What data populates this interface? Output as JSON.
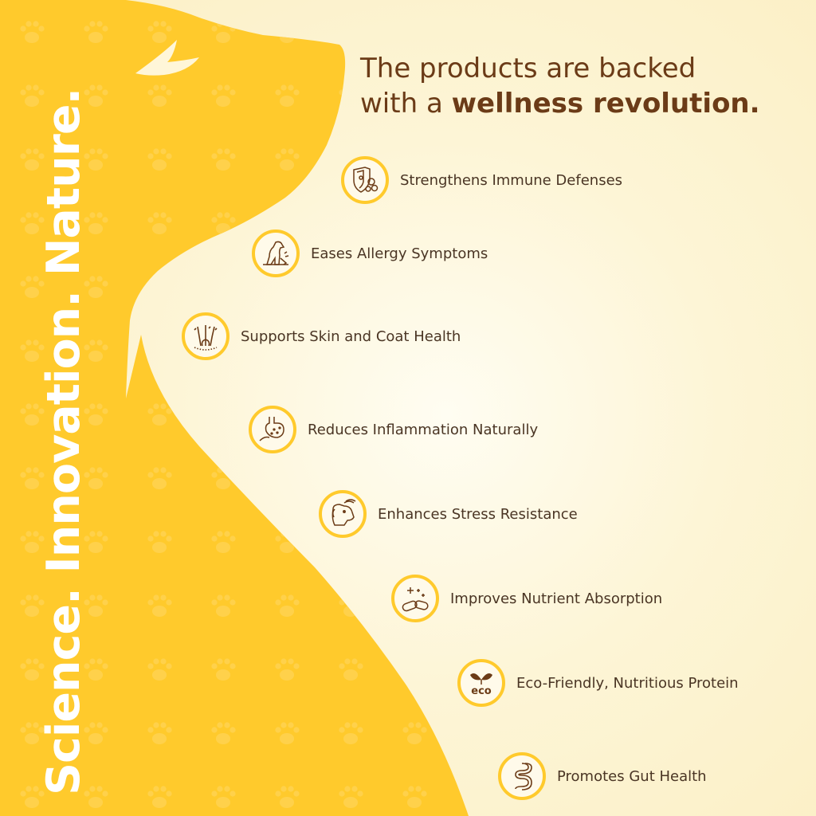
{
  "tagline": "Science. Innovation. Nature.",
  "headline": {
    "line1": "The products are backed",
    "line2_prefix": "with a ",
    "line2_bold": "wellness revolution."
  },
  "colors": {
    "dog_yellow": "#ffca2c",
    "text_brown": "#6b3b17",
    "background_cream": "#fdf5d6"
  },
  "features": [
    {
      "label": "Strengthens Immune Defenses",
      "icon": "immune-shield-icon"
    },
    {
      "label": "Eases Allergy Symptoms",
      "icon": "scratching-dog-icon"
    },
    {
      "label": "Supports Skin and Coat Health",
      "icon": "hair-follicle-icon"
    },
    {
      "label": "Reduces Inflammation Naturally",
      "icon": "stomach-icon"
    },
    {
      "label": "Enhances Stress Resistance",
      "icon": "dog-head-icon"
    },
    {
      "label": "Improves Nutrient Absorption",
      "icon": "capsule-sparkle-icon"
    },
    {
      "label": "Eco-Friendly, Nutritious Protein",
      "icon": "eco-leaf-icon"
    },
    {
      "label": "Promotes Gut Health",
      "icon": "intestine-icon"
    }
  ],
  "eco_icon_text": "eco"
}
